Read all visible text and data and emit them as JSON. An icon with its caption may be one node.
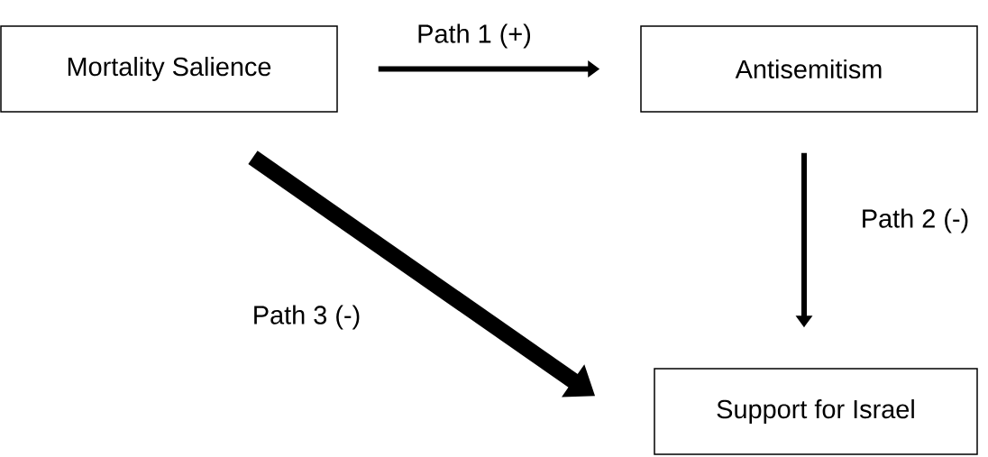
{
  "diagram": {
    "nodes": [
      {
        "text": [
          "Mortality Salience"
        ]
      },
      {
        "text": [
          "Antisemitism"
        ]
      },
      {
        "text": [
          "Support for Israel"
        ]
      }
    ],
    "edges": [
      {
        "from": 0,
        "to": 1,
        "arrow": "to",
        "label": "Path 1 (+)"
      },
      {
        "from": 1,
        "to": 2,
        "arrow": "to",
        "label": "Path 2 (-)"
      },
      {
        "from": 0,
        "to": 2,
        "arrow": "to",
        "label": "Path 3 (-)",
        "style": "thick"
      }
    ]
  }
}
